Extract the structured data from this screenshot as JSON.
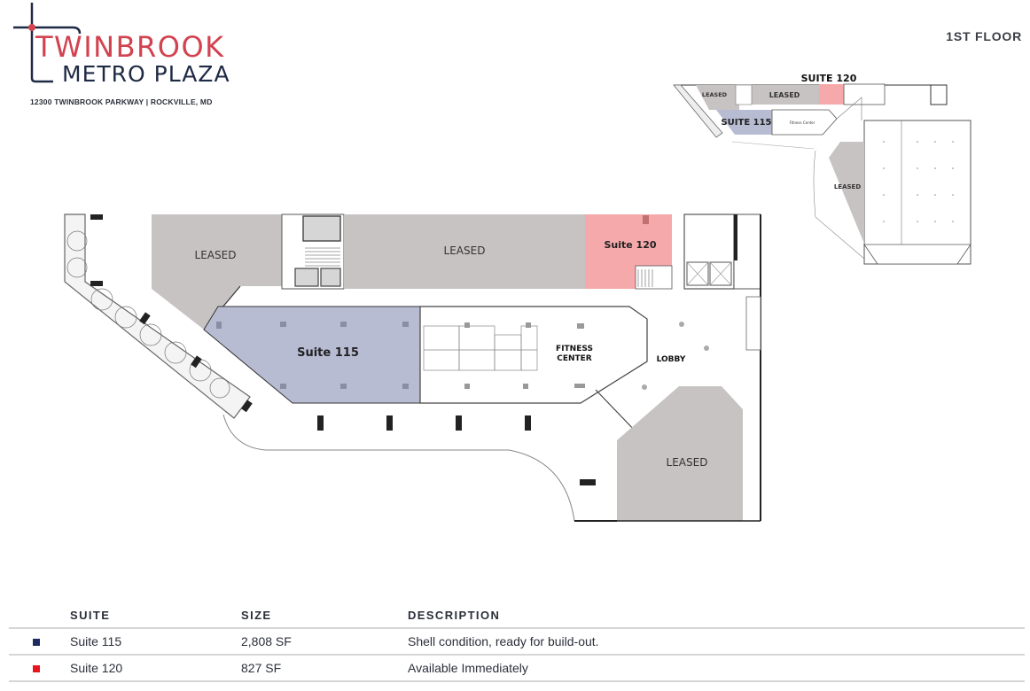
{
  "header": {
    "logo_line1": "TWINBROOK",
    "logo_line2": "METRO PLAZA",
    "address": "12300 TWINBROOK PARKWAY | ROCKVILLE, MD",
    "floor_label": "1ST FLOOR"
  },
  "colors": {
    "brand_red": "#d2424f",
    "brand_navy": "#1f2a44",
    "leased_gray": "#c8c3c3",
    "suite_115_fill": "#b8bcd3",
    "suite_120_fill": "#f6a9aa",
    "suite_115_swatch": "#1f2a5e",
    "suite_120_swatch": "#e8141c"
  },
  "key_plan": {
    "labels": {
      "suite_120": "SUITE 120",
      "suite_115": "SUITE 115",
      "leased_1": "LEASED",
      "leased_2": "LEASED",
      "leased_3": "LEASED",
      "fitness": "Fitness Center"
    }
  },
  "main_plan": {
    "labels": {
      "leased_west": "LEASED",
      "leased_north": "LEASED",
      "leased_south": "LEASED",
      "suite_120": "Suite 120",
      "suite_115": "Suite 115",
      "fitness_line1": "FITNESS",
      "fitness_line2": "CENTER",
      "lobby": "LOBBY"
    }
  },
  "table": {
    "headers": [
      "SUITE",
      "SIZE",
      "DESCRIPTION"
    ],
    "rows": [
      {
        "suite": "Suite 115",
        "size": "2,808 SF",
        "description": "Shell condition, ready for build-out.",
        "swatch": "#1f2a5e"
      },
      {
        "suite": "Suite 120",
        "size": "827 SF",
        "description": "Available Immediately",
        "swatch": "#e8141c"
      }
    ]
  }
}
